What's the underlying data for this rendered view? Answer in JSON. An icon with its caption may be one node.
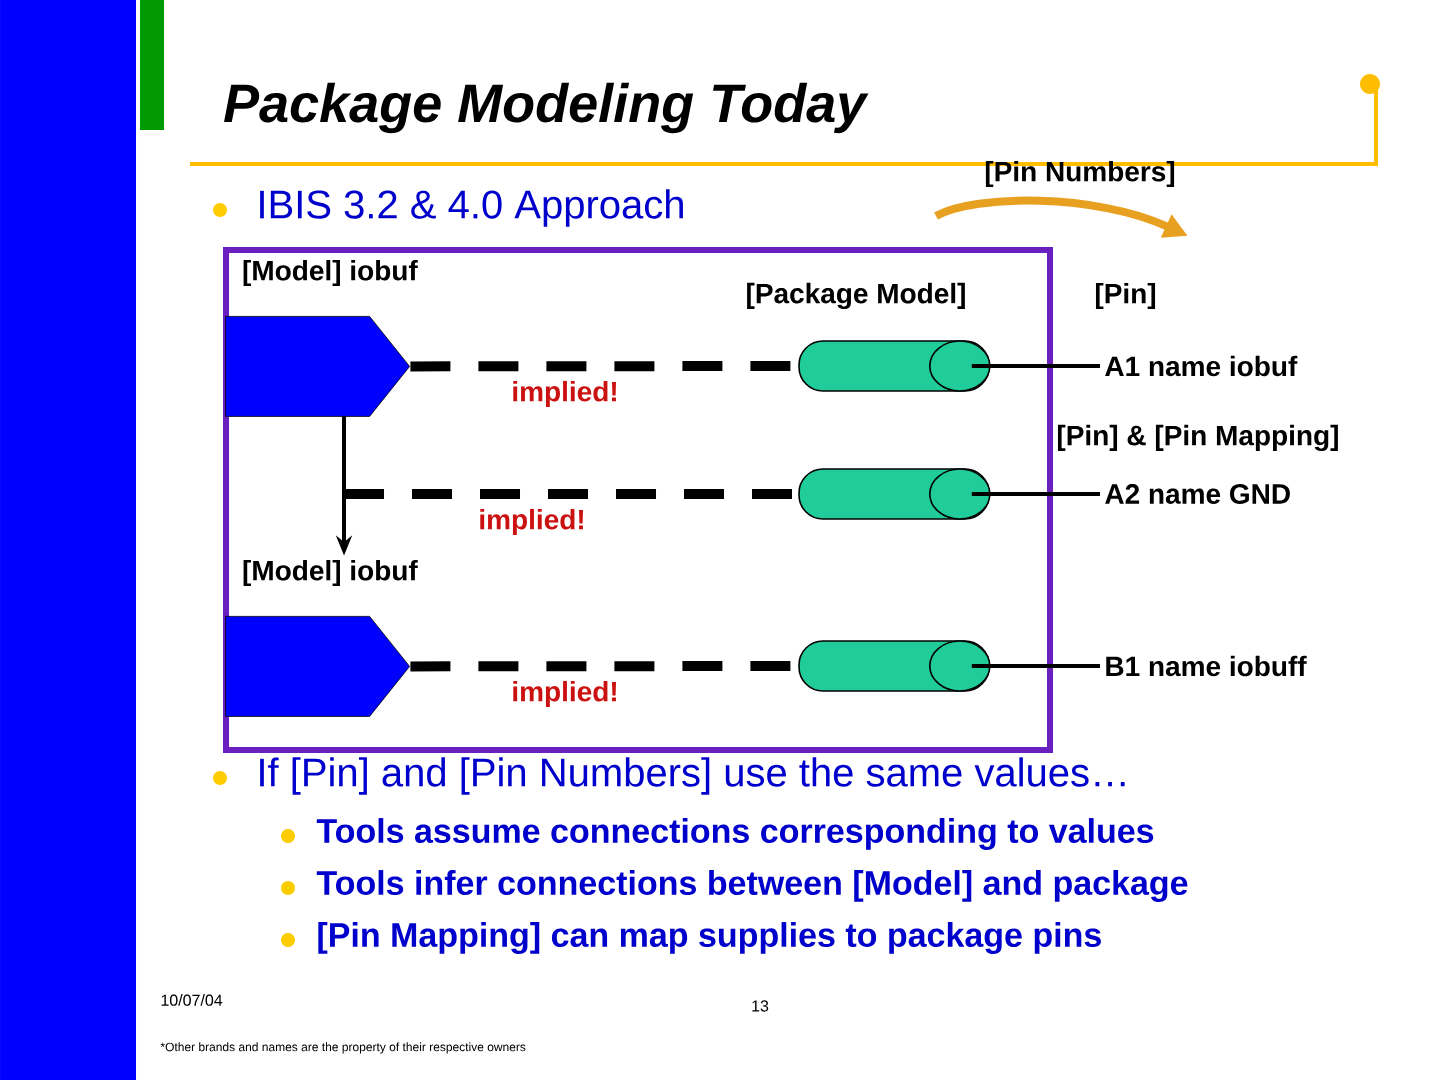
{
  "diagram": {
    "title": "Package Modeling Today",
    "nodes": [
      {
        "text": [
          "[Package Model]"
        ]
      },
      {
        "text": [
          "[Model] iobuf"
        ],
        "in": 0
      },
      {
        "text": [
          "[Model] iobuf"
        ],
        "in": 0
      },
      {
        "text": [],
        "shape": "cylinder",
        "in": 0
      },
      {
        "text": [],
        "shape": "cylinder",
        "in": 0
      },
      {
        "text": [],
        "shape": "cylinder",
        "in": 0
      },
      {
        "text": [
          "A1 name iobuf"
        ]
      },
      {
        "text": [
          "A2 name GND"
        ]
      },
      {
        "text": [
          "B1 name iobuff"
        ]
      }
    ],
    "edges": [
      {
        "from": 1,
        "to": 3,
        "arrow": "none",
        "style": "dashed",
        "label": "implied!"
      },
      {
        "from": 1,
        "to": 4,
        "arrow": "none",
        "style": "dashed",
        "label": "implied!"
      },
      {
        "from": 1,
        "to": 2,
        "arrow": "to"
      },
      {
        "from": 2,
        "to": 5,
        "arrow": "none",
        "style": "dashed",
        "label": "implied!"
      },
      {
        "from": 3,
        "to": 6,
        "arrow": "none"
      },
      {
        "from": 4,
        "to": 7,
        "arrow": "none"
      },
      {
        "from": 5,
        "to": 8,
        "arrow": "none"
      }
    ],
    "labels": [
      "IBIS 3.2 & 4.0 Approach",
      "[Pin Numbers]",
      "[Pin]",
      "[Pin] & [Pin Mapping]",
      "If [Pin] and [Pin Numbers] use the same values…",
      "Tools assume connections corresponding to values",
      "Tools infer connections between [Model] and package",
      "[Pin Mapping] can map supplies to package pins",
      "10/07/04",
      "13",
      "*Other brands and names are the property of their respective owners"
    ]
  }
}
